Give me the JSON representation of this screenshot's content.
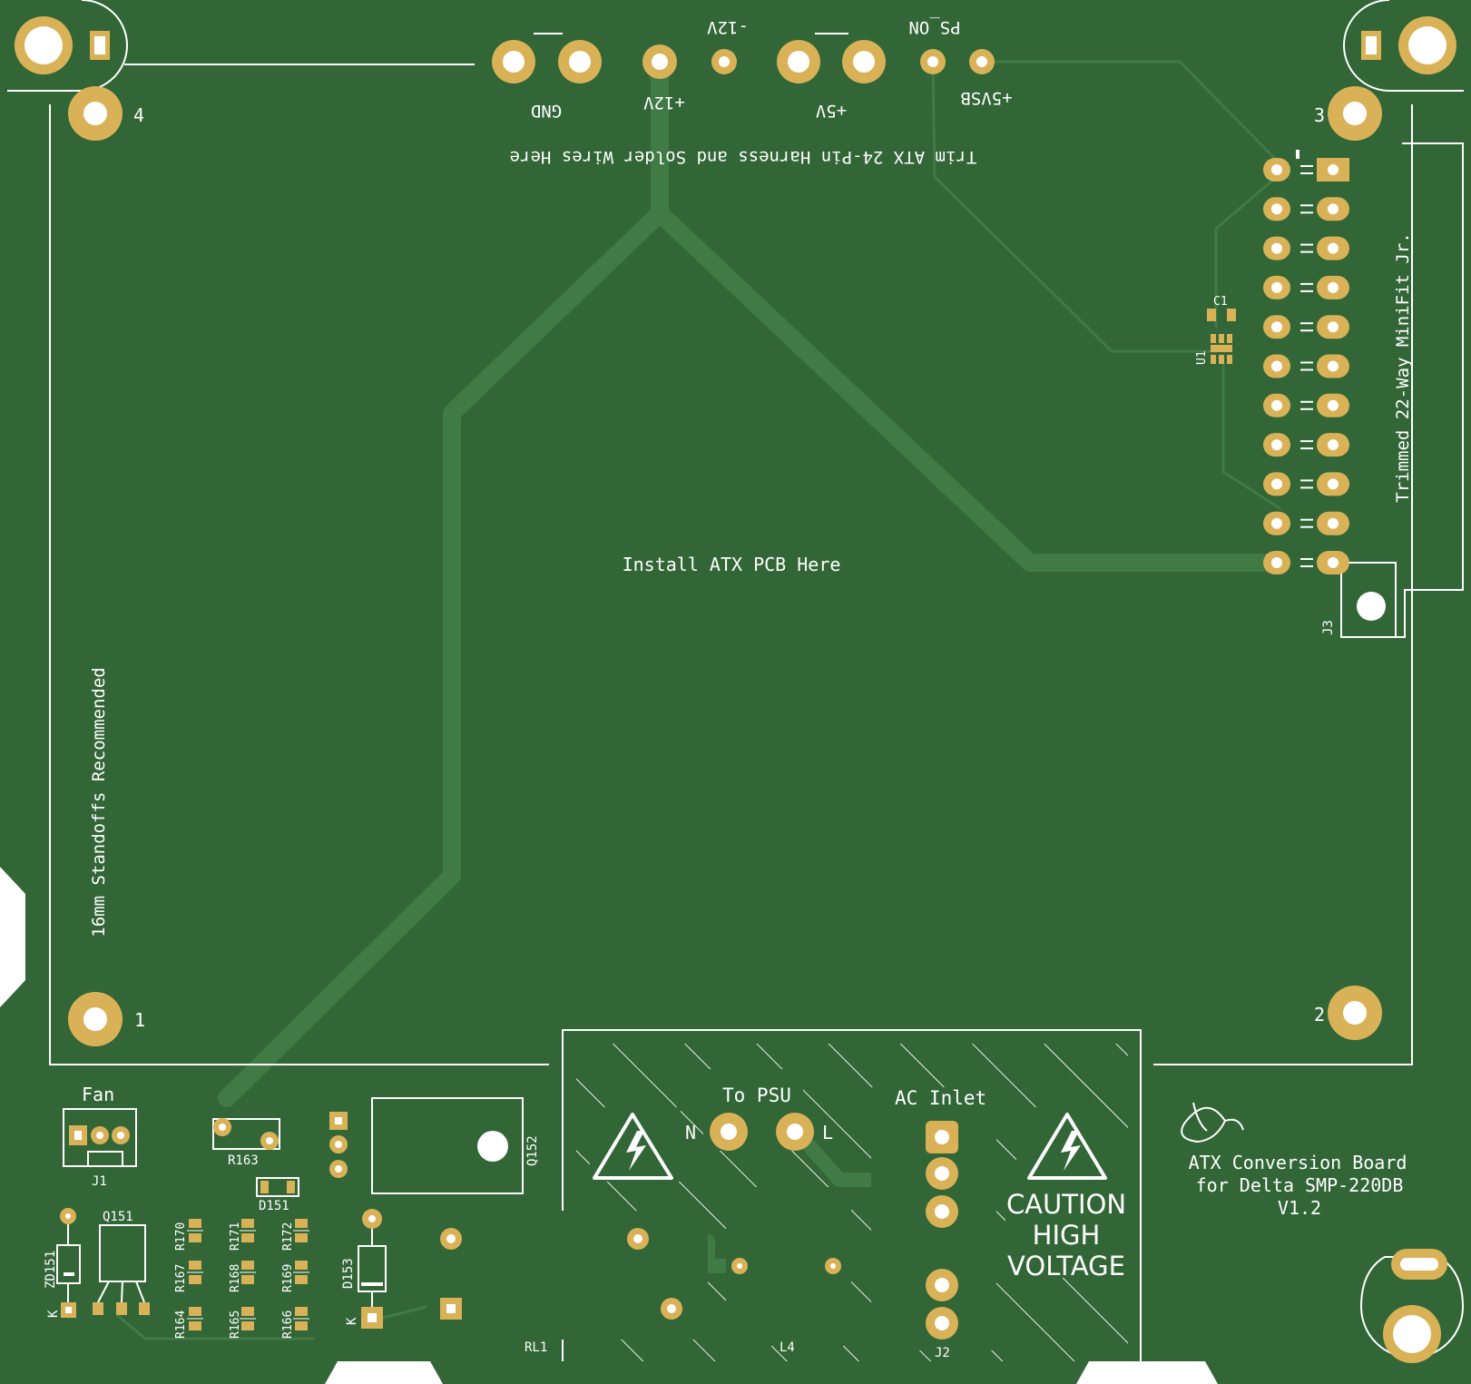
{
  "colors": {
    "board": "#326637",
    "trace": "#407a45",
    "copper": "#d9b258",
    "silkscreen": "#ffffff",
    "background": "#ffffff"
  },
  "labels": {
    "gnd": "GND",
    "plus12": "+12V",
    "minus12": "-12V",
    "plus5": "+5V",
    "ps_on": "PS_ON",
    "plus5sb": "+5VSB",
    "harness_note": "Trim ATX 24-Pin Harness and Solder Wires Here",
    "install_note": "Install ATX PCB Here",
    "standoff_note": "16mm Standoffs Recommended",
    "connector_note": "Trimmed 22-Way MiniFit Jr.",
    "hole1": "1",
    "hole2": "2",
    "hole3": "3",
    "hole4": "4",
    "fan": "Fan",
    "to_psu": "To PSU",
    "ac_inlet": "AC Inlet",
    "n": "N",
    "l": "L",
    "caution1": "CAUTION",
    "caution2": "HIGH",
    "caution3": "VOLTAGE",
    "title1": "ATX Conversion Board",
    "title2": "for Delta SMP-220DB",
    "title3": "V1.2"
  },
  "refdes": {
    "j1": "J1",
    "j2": "J2",
    "j3": "J3",
    "r163": "R163",
    "d151": "D151",
    "q151": "Q151",
    "q152": "Q152",
    "zd151": "ZD151",
    "d153": "D153",
    "rl1": "RL1",
    "l4": "L4",
    "c1": "C1",
    "u1": "U1",
    "k1": "K",
    "k2": "K",
    "r170": "R170",
    "r171": "R171",
    "r172": "R172",
    "r167": "R167",
    "r168": "R168",
    "r169": "R169",
    "r164": "R164",
    "r165": "R165",
    "r166": "R166"
  },
  "icons": {
    "warning_left": "high-voltage-warning-icon",
    "warning_right": "high-voltage-warning-icon",
    "logo": "croissant-logo-icon"
  }
}
